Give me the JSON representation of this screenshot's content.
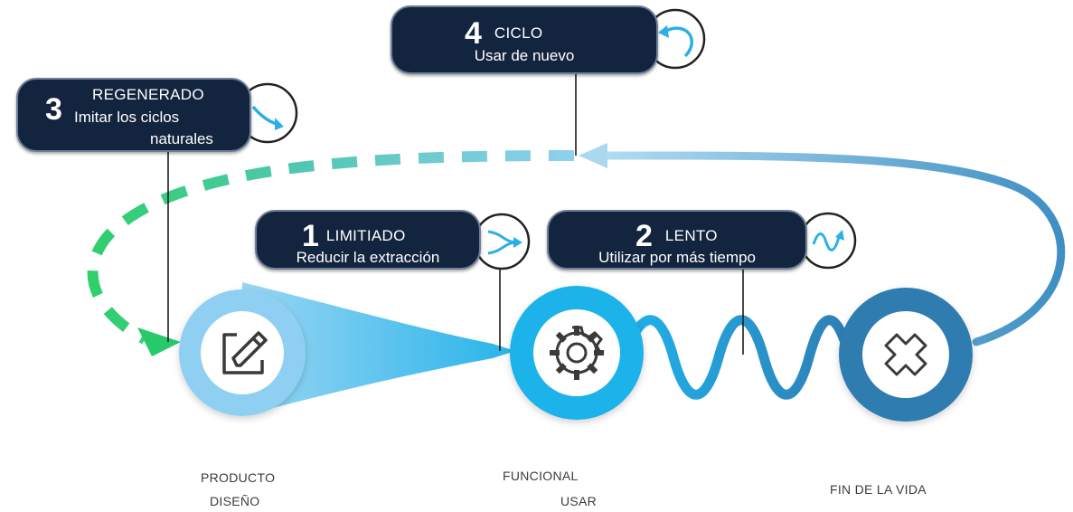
{
  "steps": [
    {
      "number": "1",
      "title": "LIMITIADO",
      "subtitle": "Reducir la extracción"
    },
    {
      "number": "2",
      "title": "LENTO",
      "subtitle": "Utilizar por más tiempo"
    },
    {
      "number": "3",
      "title": "REGENERADO",
      "subtitle_line1": "Imitar los ciclos",
      "subtitle_line2": "naturales"
    },
    {
      "number": "4",
      "title": "CICLO",
      "subtitle": "Usar de nuevo"
    }
  ],
  "nodes": {
    "design": {
      "line1": "PRODUCTO",
      "line2": "DISEÑO",
      "icon": "pencil-square-icon"
    },
    "use": {
      "line1": "FUNCIONAL",
      "line2": "USAR",
      "icon": "gear-icon"
    },
    "end": {
      "line1": "FIN DE LA VIDA",
      "icon": "close-x-icon"
    }
  },
  "colors": {
    "callout_bg": "#13243f",
    "design_node": "#8fd0f2",
    "use_node": "#1fb2ea",
    "end_node": "#2e7bb0",
    "green_arrow": "#27c96b",
    "cycle_arrow": "#7cc4e6"
  }
}
